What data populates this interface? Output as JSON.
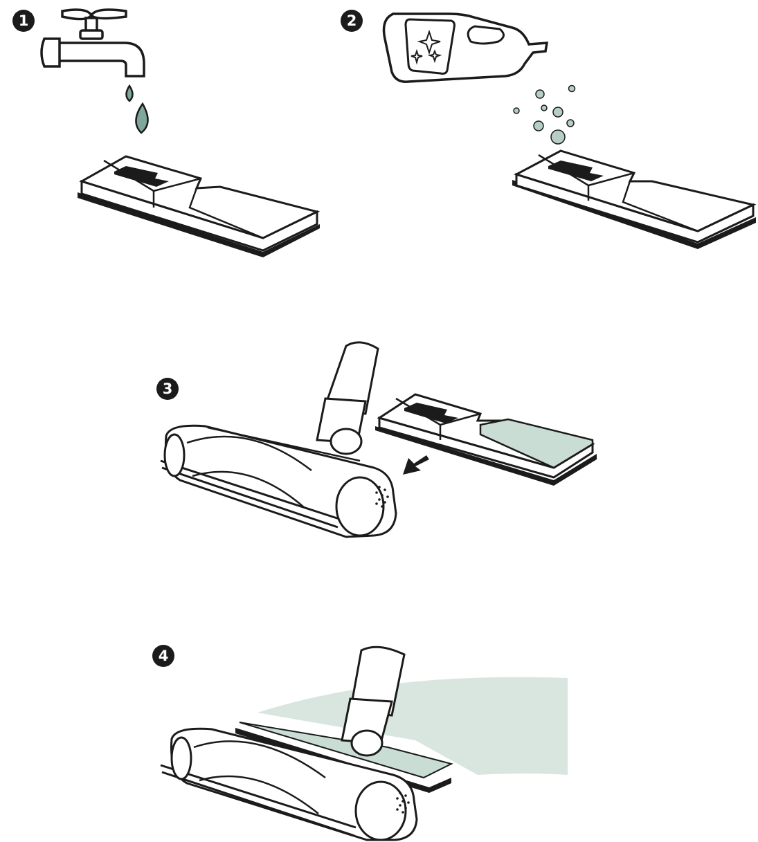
{
  "steps": [
    {
      "number": "1",
      "icon": "water-tap-icon"
    },
    {
      "number": "2",
      "icon": "detergent-bottle-icon"
    },
    {
      "number": "3",
      "icon": "mop-pad-attach-icon"
    },
    {
      "number": "4",
      "icon": "mopping-floor-icon"
    }
  ],
  "colors": {
    "outline": "#1b1b1b",
    "water": "#7fa79c",
    "pad": "#c9ddd5",
    "sweep": "#d8e6df"
  }
}
